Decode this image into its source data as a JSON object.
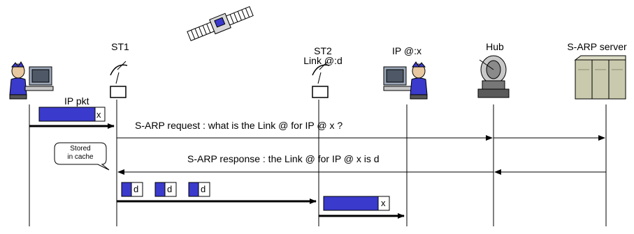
{
  "entities": {
    "st1": "ST1",
    "st2_name": "ST2",
    "st2_link": "Link @:d",
    "host2": "IP @:x",
    "hub": "Hub",
    "sarp_server": "S-ARP server"
  },
  "packet": {
    "label": "IP pkt",
    "addr": "x"
  },
  "messages": {
    "request": "S-ARP request : what is the Link @ for IP @ x ?",
    "response": "S-ARP response : the Link @ for IP @ x  is d"
  },
  "cache_note": [
    "Stored",
    "in cache"
  ],
  "frames": [
    "d",
    "d",
    "d"
  ],
  "delivered_packet_addr": "x",
  "colors": {
    "packet_fill": "#3a3acc",
    "server_fill": "#c9c9ad",
    "line": "#000000"
  },
  "icons": [
    "user-workstation-icon",
    "satellite-icon",
    "satellite-terminal-icon",
    "hub-dish-icon",
    "server-rack-icon"
  ]
}
